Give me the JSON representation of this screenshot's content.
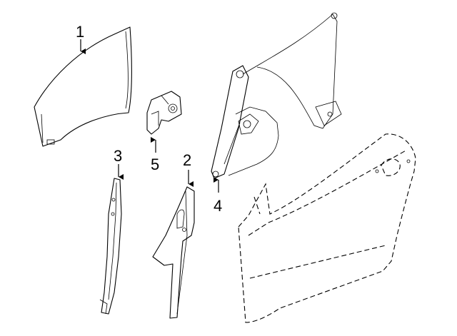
{
  "diagram": {
    "callouts": [
      {
        "id": "1",
        "label": "1"
      },
      {
        "id": "2",
        "label": "2"
      },
      {
        "id": "3",
        "label": "3"
      },
      {
        "id": "4",
        "label": "4"
      },
      {
        "id": "5",
        "label": "5"
      }
    ]
  },
  "colors": {
    "line": "#000000",
    "background": "#ffffff"
  }
}
